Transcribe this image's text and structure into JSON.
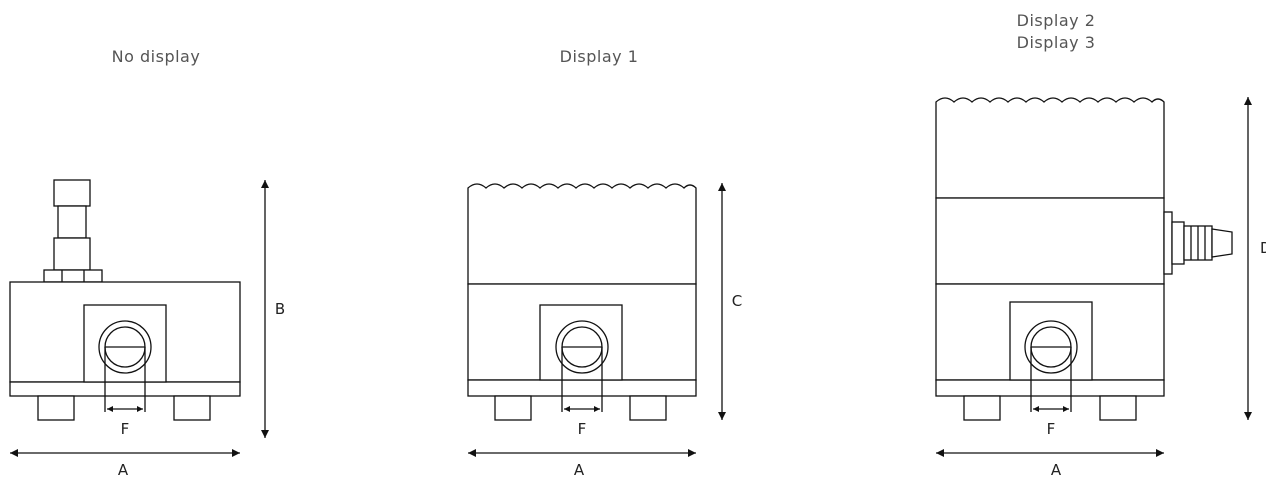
{
  "captions": {
    "no_display": "No display",
    "display1": "Display 1",
    "display2": "Display 2",
    "display3": "Display 3"
  },
  "dimensions": {
    "a": "A",
    "b": "B",
    "c": "C",
    "d": "D",
    "f": "F"
  }
}
